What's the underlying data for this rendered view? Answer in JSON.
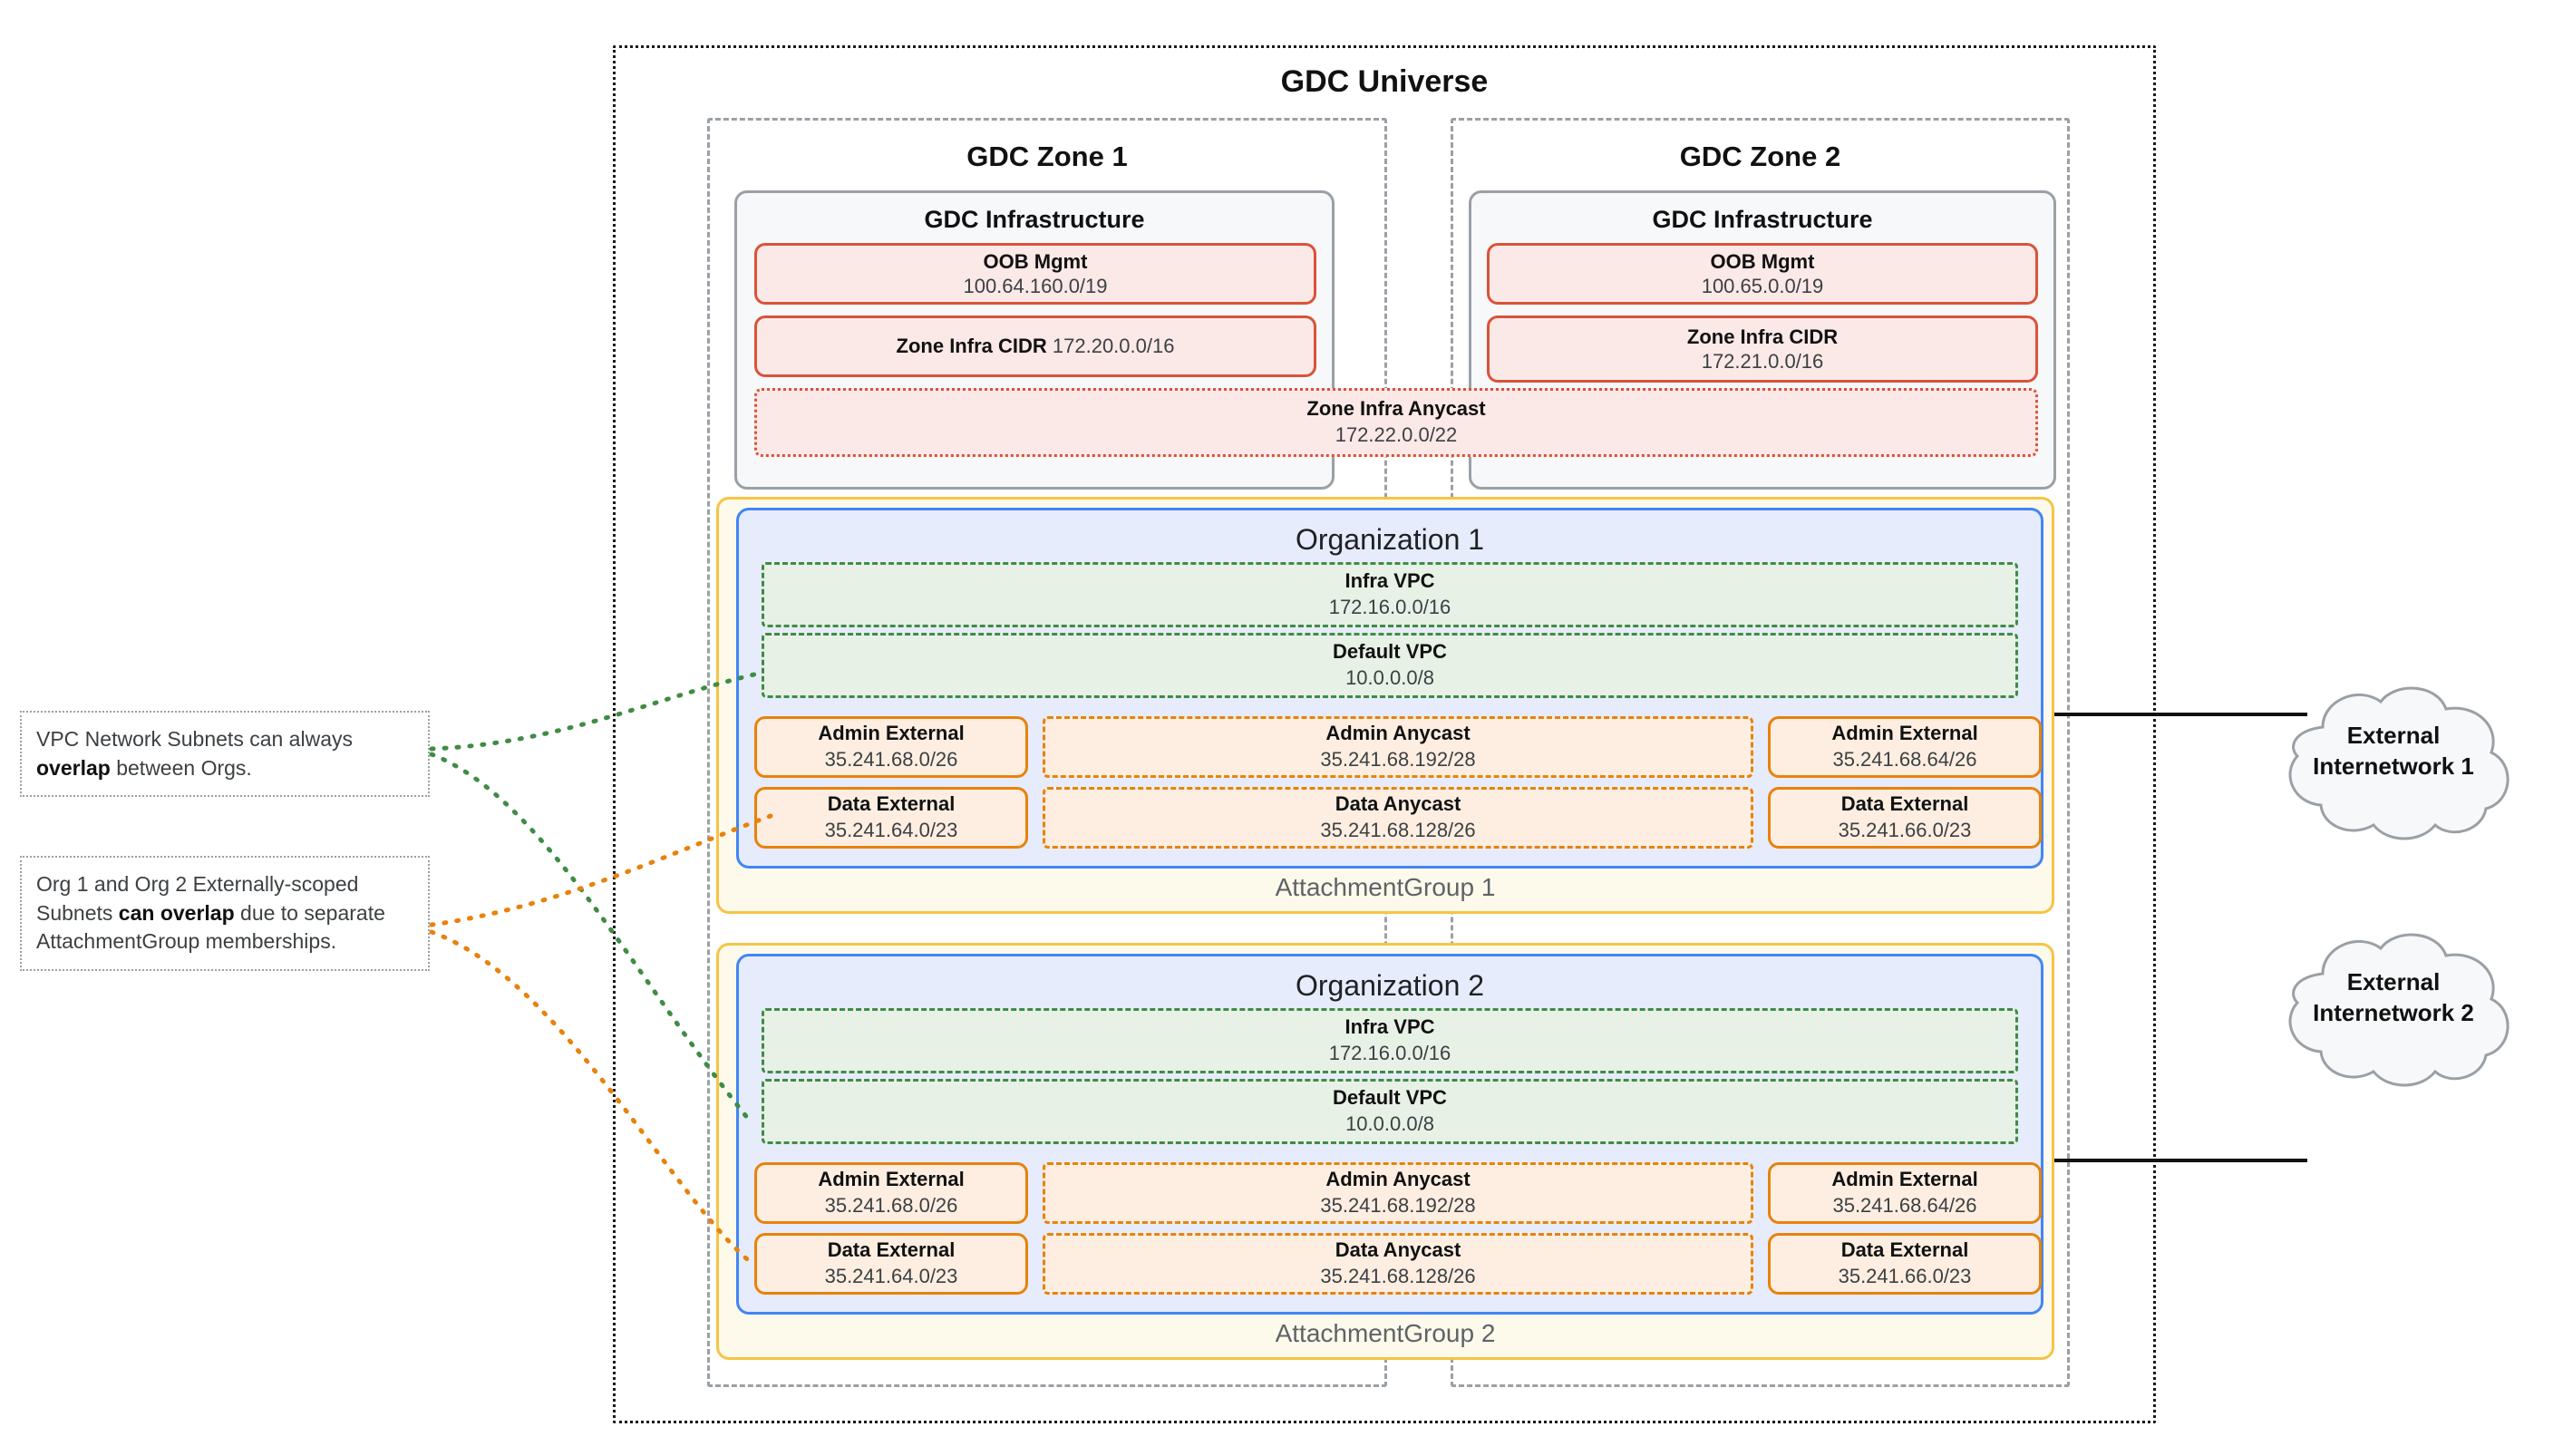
{
  "universe": {
    "title": "GDC Universe"
  },
  "zones": [
    {
      "title": "GDC Zone 1",
      "infra_title": "GDC Infrastructure",
      "oob": {
        "label": "OOB Mgmt",
        "cidr": "100.64.160.0/19"
      },
      "zone_infra_cidr": {
        "label": "Zone Infra CIDR",
        "cidr": "172.20.0.0/16"
      }
    },
    {
      "title": "GDC Zone 2",
      "infra_title": "GDC Infrastructure",
      "oob": {
        "label": "OOB Mgmt",
        "cidr": "100.65.0.0/19"
      },
      "zone_infra_cidr": {
        "label": "Zone Infra CIDR",
        "cidr": "172.21.0.0/16"
      }
    }
  ],
  "zone_infra_anycast": {
    "label": "Zone Infra Anycast",
    "cidr": "172.22.0.0/22"
  },
  "organizations": [
    {
      "title": "Organization 1",
      "attachment_group": "AttachmentGroup 1",
      "vpcs": [
        {
          "label": "Infra VPC",
          "cidr": "172.16.0.0/16"
        },
        {
          "label": "Default VPC",
          "cidr": "10.0.0.0/8"
        }
      ],
      "subnets": {
        "admin_external_left": {
          "label": "Admin External",
          "cidr": "35.241.68.0/26"
        },
        "admin_anycast": {
          "label": "Admin Anycast",
          "cidr": "35.241.68.192/28"
        },
        "admin_external_right": {
          "label": "Admin External",
          "cidr": "35.241.68.64/26"
        },
        "data_external_left": {
          "label": "Data External",
          "cidr": "35.241.64.0/23"
        },
        "data_anycast": {
          "label": "Data Anycast",
          "cidr": "35.241.68.128/26"
        },
        "data_external_right": {
          "label": "Data External",
          "cidr": "35.241.66.0/23"
        }
      }
    },
    {
      "title": "Organization 2",
      "attachment_group": "AttachmentGroup 2",
      "vpcs": [
        {
          "label": "Infra VPC",
          "cidr": "172.16.0.0/16"
        },
        {
          "label": "Default VPC",
          "cidr": "10.0.0.0/8"
        }
      ],
      "subnets": {
        "admin_external_left": {
          "label": "Admin External",
          "cidr": "35.241.68.0/26"
        },
        "admin_anycast": {
          "label": "Admin Anycast",
          "cidr": "35.241.68.192/28"
        },
        "admin_external_right": {
          "label": "Admin External",
          "cidr": "35.241.68.64/26"
        },
        "data_external_left": {
          "label": "Data External",
          "cidr": "35.241.64.0/23"
        },
        "data_anycast": {
          "label": "Data Anycast",
          "cidr": "35.241.68.128/26"
        },
        "data_external_right": {
          "label": "Data External",
          "cidr": "35.241.66.0/23"
        }
      }
    }
  ],
  "external_networks": [
    {
      "line1": "External",
      "line2": "Internetwork 1"
    },
    {
      "line1": "External",
      "line2": "Internetwork 2"
    }
  ],
  "notes": [
    {
      "pre": "VPC Network Subnets can always ",
      "bold": "overlap",
      "post": " between Orgs."
    },
    {
      "pre": "Org 1 and Org 2 Externally-scoped Subnets ",
      "bold": "can overlap",
      "post": " due to separate AttachmentGroup memberships."
    }
  ],
  "colors": {
    "universe_border": "#1a1a1a",
    "zone_border": "#9aa0a6",
    "infra_border": "#9aa0a6",
    "infra_fill": "#f6f8fa",
    "red_border": "#d9533a",
    "red_fill": "#fbe9e7",
    "org_border": "#4285f4",
    "org_fill": "#e6ecfb",
    "ag_border": "#f6c445",
    "ag_fill": "#fdfaec",
    "vpc_border": "#3f8c45",
    "vpc_fill": "#e8f1e6",
    "subnet_border": "#e8820c",
    "subnet_fill": "#fdeee1",
    "note_connector_green": "#3f8c45",
    "note_connector_orange": "#e8820c",
    "cloud_fill": "#f6f8fa",
    "cloud_border": "#9aa0a6"
  }
}
